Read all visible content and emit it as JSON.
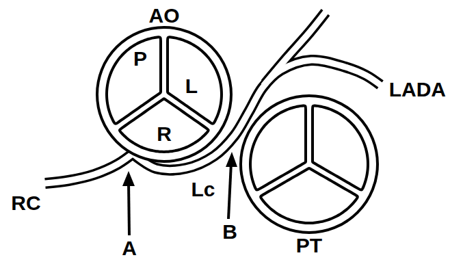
{
  "diagram": {
    "nodes": [
      {
        "text": [
          "AO"
        ]
      },
      {
        "text": [
          "P"
        ],
        "in": 0
      },
      {
        "text": [
          "L"
        ],
        "in": 0
      },
      {
        "text": [
          "R"
        ],
        "in": 0
      },
      {
        "text": [
          "PT"
        ]
      }
    ],
    "labels": [
      "LADA",
      "RC",
      "Lc",
      "B",
      "A"
    ]
  }
}
